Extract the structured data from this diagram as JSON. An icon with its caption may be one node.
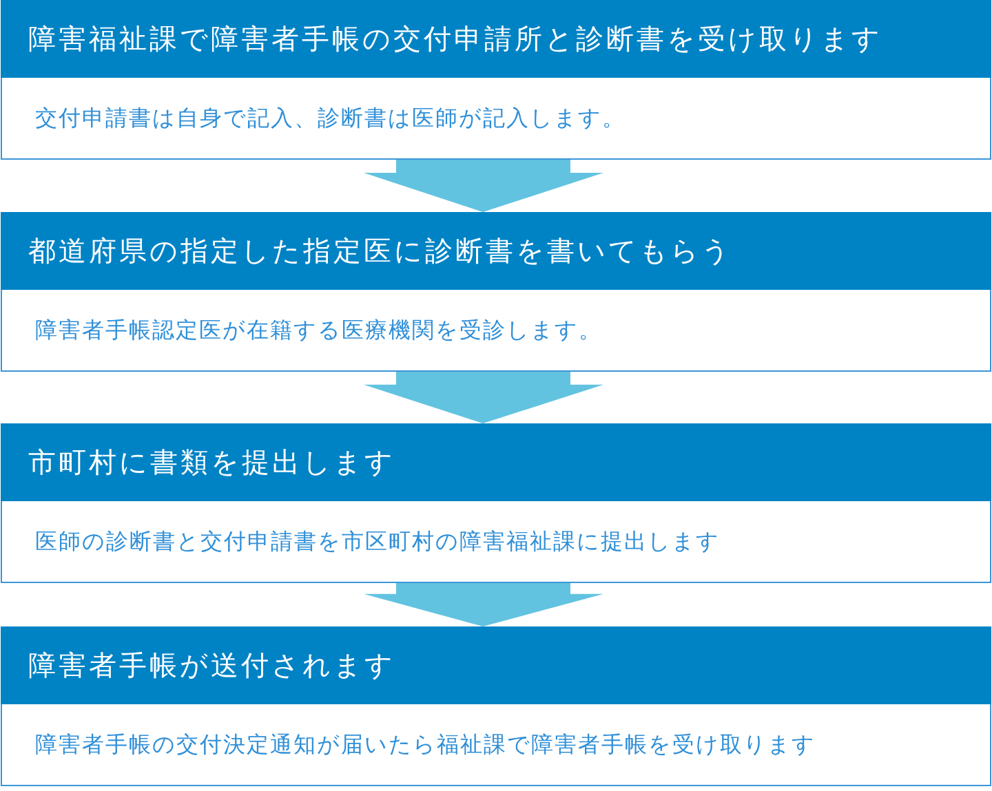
{
  "diagram": {
    "nodes": [
      {
        "text": [
          "障害福祉課で障害者手帳の交付申請所と診断書を受け取ります",
          "交付申請書は自身で記入、診断書は医師が記入します。"
        ]
      },
      {
        "text": [
          "都道府県の指定した指定医に診断書を書いてもらう",
          "障害者手帳認定医が在籍する医療機関を受診します。"
        ]
      },
      {
        "text": [
          "市町村に書類を提出します",
          "医師の診断書と交付申請書を市区町村の障害福祉課に提出します"
        ]
      },
      {
        "text": [
          "障害者手帳が送付されます",
          "障害者手帳の交付決定通知が届いたら福祉課で障害者手帳を受け取ります"
        ]
      }
    ],
    "edges": [
      {
        "from": 0,
        "to": 1,
        "arrow": "to"
      },
      {
        "from": 1,
        "to": 2,
        "arrow": "to"
      },
      {
        "from": 2,
        "to": 3,
        "arrow": "to"
      }
    ]
  }
}
